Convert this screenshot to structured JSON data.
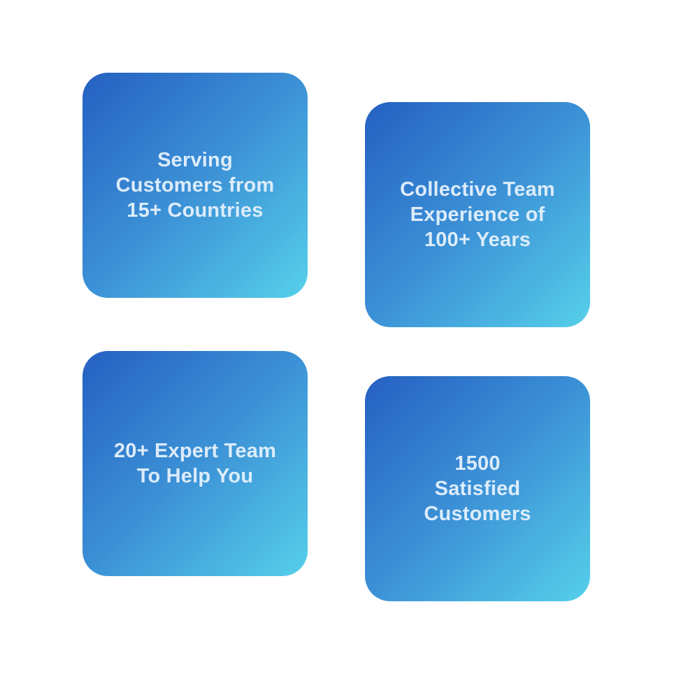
{
  "stats": {
    "cards": [
      {
        "text": "Serving\nCustomers from\n15+ Countries"
      },
      {
        "text": "Collective Team\nExperience of\n100+ Years"
      },
      {
        "text": "20+ Expert Team\nTo Help You"
      },
      {
        "text": "1500\nSatisfied\nCustomers"
      }
    ],
    "colors": {
      "gradient_start": "#2560c2",
      "gradient_mid": "#3c91d6",
      "gradient_end": "#56d0ea",
      "text": "#dcecfb",
      "background": "#ffffff"
    }
  }
}
